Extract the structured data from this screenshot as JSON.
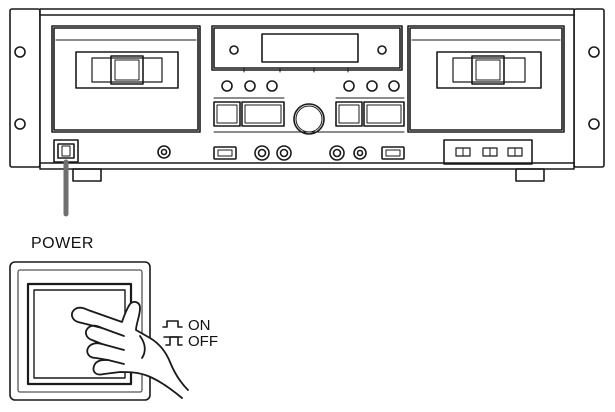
{
  "figure": {
    "callout_label": "POWER",
    "switch_states": {
      "on_label": "ON",
      "off_label": "OFF"
    }
  },
  "colors": {
    "line": "#1a1a1a",
    "fill": "#ffffff",
    "gray": "#6f6f6f"
  },
  "icons": {
    "hand": "pressing-hand-icon",
    "on_symbol": "switch-raised-symbol",
    "off_symbol": "switch-pressed-symbol"
  }
}
